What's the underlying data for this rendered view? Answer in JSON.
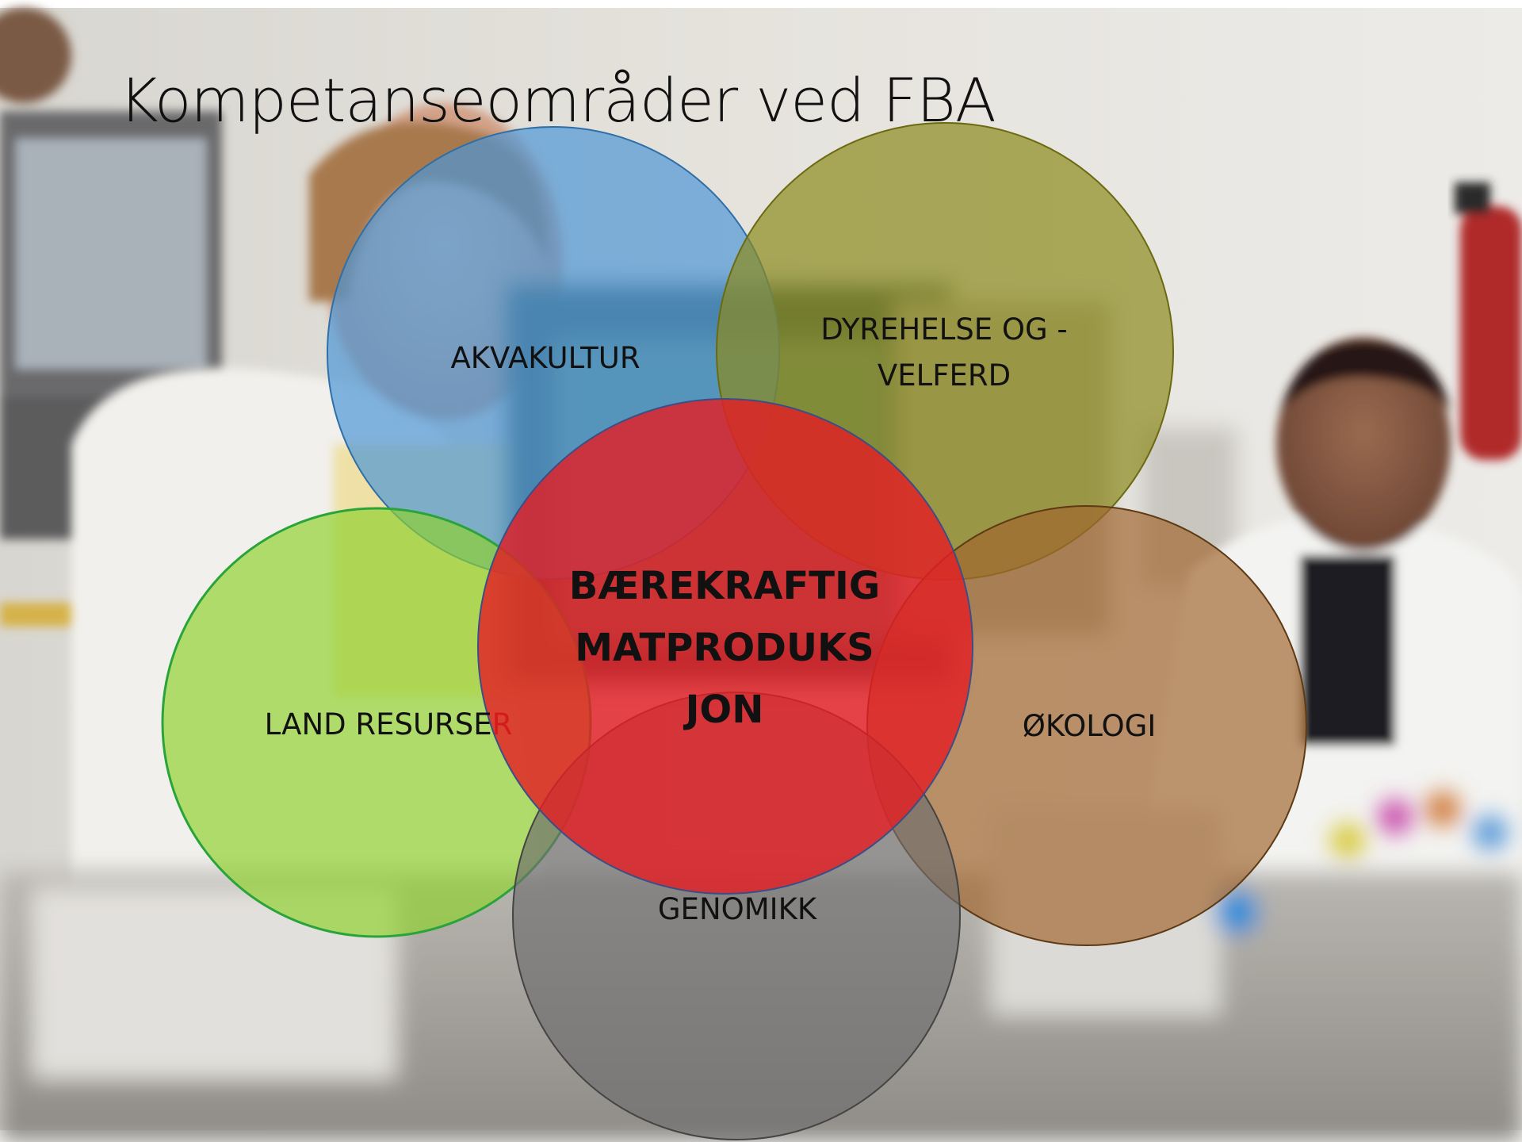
{
  "slide": {
    "title": "Kompetanseområder ved FBA"
  },
  "diagram": {
    "type": "venn",
    "center": {
      "lines": [
        "BÆREKRAFTIG",
        "MATPRODUKS",
        "JON"
      ],
      "color": "#e31e24"
    },
    "areas": [
      {
        "id": "akvakultur",
        "lines": [
          "AKVAKULTUR"
        ],
        "color": "#4f97d6"
      },
      {
        "id": "dyrehelse",
        "lines": [
          "DYREHELSE OG -",
          "VELFERD"
        ],
        "color": "#8b8a1c"
      },
      {
        "id": "okologi",
        "lines": [
          "ØKOLOGI"
        ],
        "color": "#a0662d"
      },
      {
        "id": "genomikk",
        "lines": [
          "GENOMIKK"
        ],
        "color": "#6e6e6e"
      },
      {
        "id": "land",
        "text_main": "LAND RESURSE",
        "text_tail": "R",
        "color": "#8fd12e"
      }
    ]
  }
}
